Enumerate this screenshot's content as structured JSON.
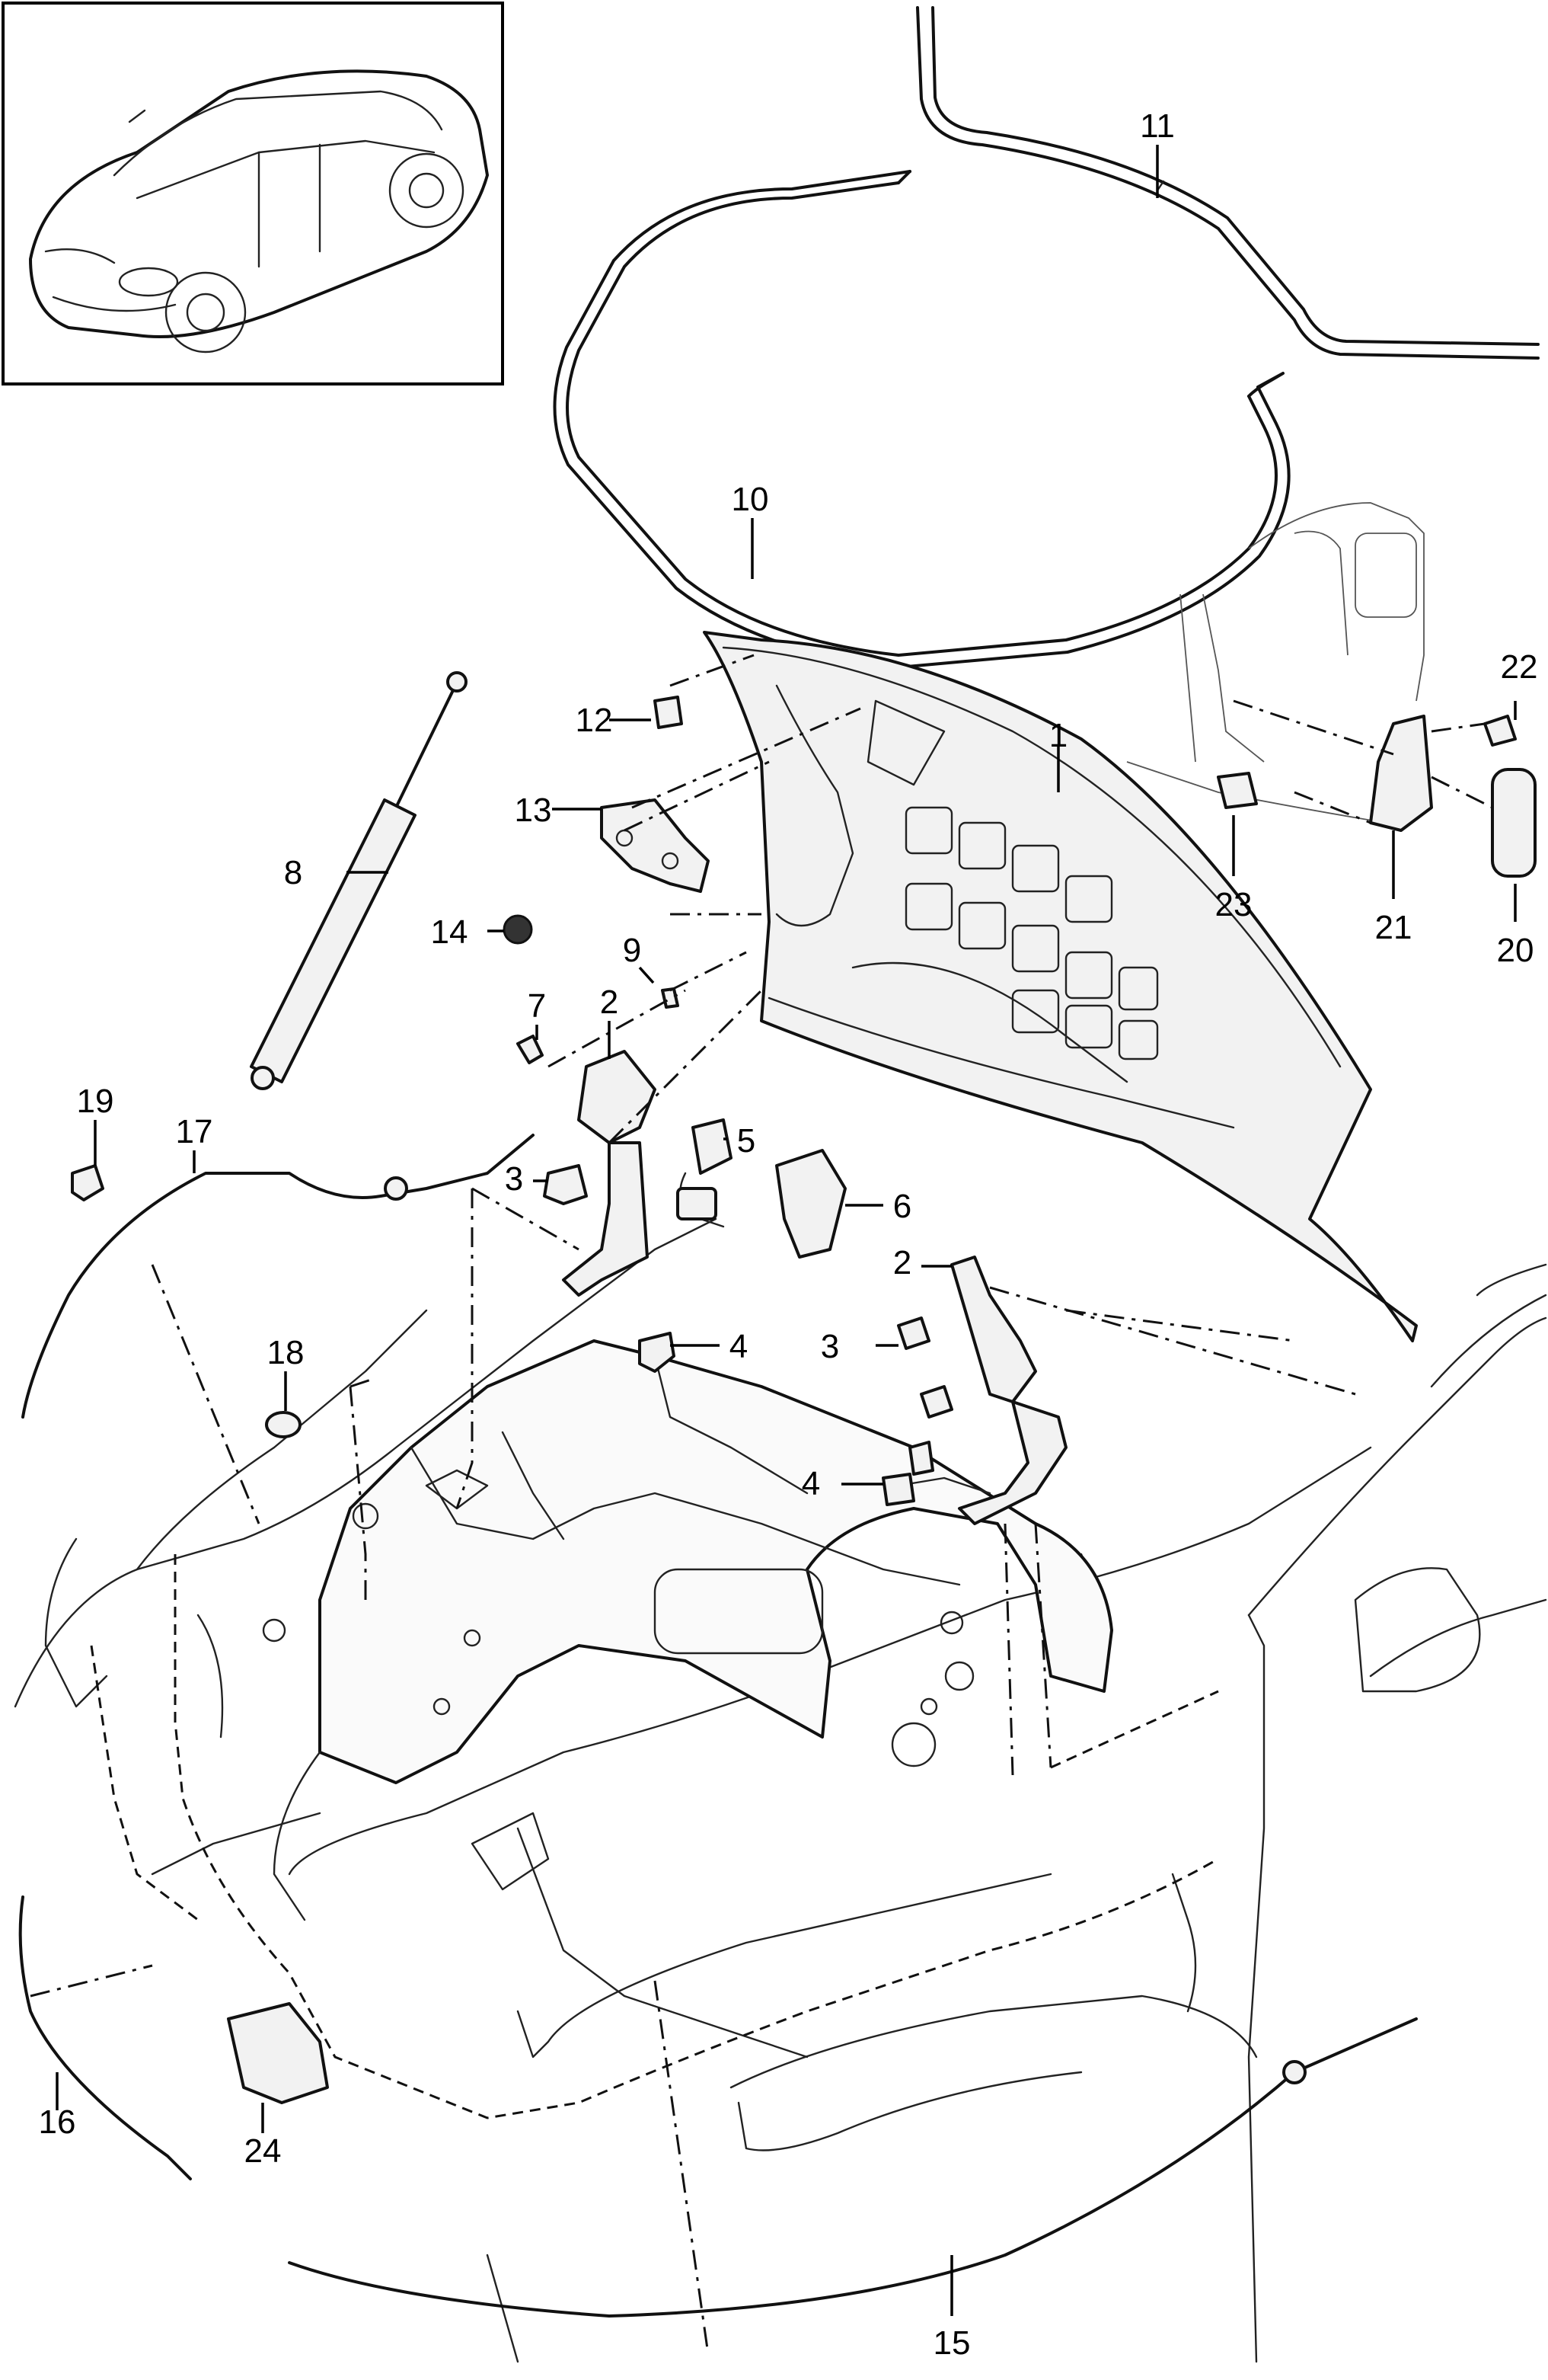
{
  "callouts": [
    "1",
    "2",
    "3",
    "4",
    "5",
    "6",
    "7",
    "8",
    "9",
    "10",
    "11",
    "12",
    "13",
    "14",
    "15",
    "16",
    "17",
    "18",
    "19",
    "20",
    "21",
    "22",
    "23",
    "24"
  ],
  "callout_2b": "2",
  "callout_3b": "3",
  "callout_4b": "4"
}
